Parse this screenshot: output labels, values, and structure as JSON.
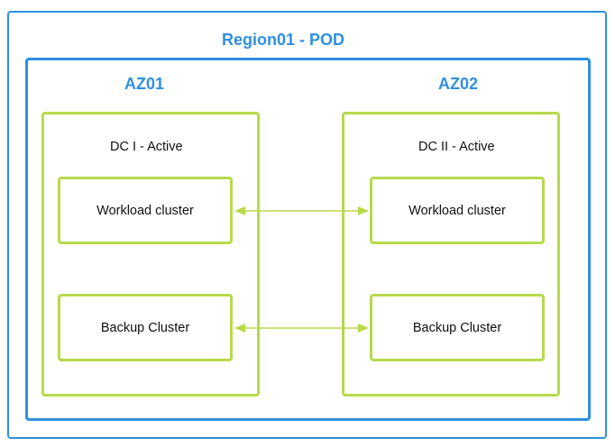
{
  "region": {
    "title": "Region01 - POD"
  },
  "zones": [
    {
      "title": "AZ01",
      "datacenter": {
        "title": "DC I - Active",
        "clusters": [
          "Workload cluster",
          "Backup Cluster"
        ]
      }
    },
    {
      "title": "AZ02",
      "datacenter": {
        "title": "DC II - Active",
        "clusters": [
          "Workload cluster",
          "Backup Cluster"
        ]
      }
    }
  ],
  "colors": {
    "container_border": "#2f8fe0",
    "title_text": "#2f8fe0",
    "datacenter_border": "#b7d94a",
    "connector": "#b7d94a"
  },
  "connectors": [
    {
      "from": "zones.0.datacenter.clusters.0",
      "to": "zones.1.datacenter.clusters.0",
      "style": "bidirectional-arrow"
    },
    {
      "from": "zones.0.datacenter.clusters.1",
      "to": "zones.1.datacenter.clusters.1",
      "style": "bidirectional-arrow"
    }
  ]
}
